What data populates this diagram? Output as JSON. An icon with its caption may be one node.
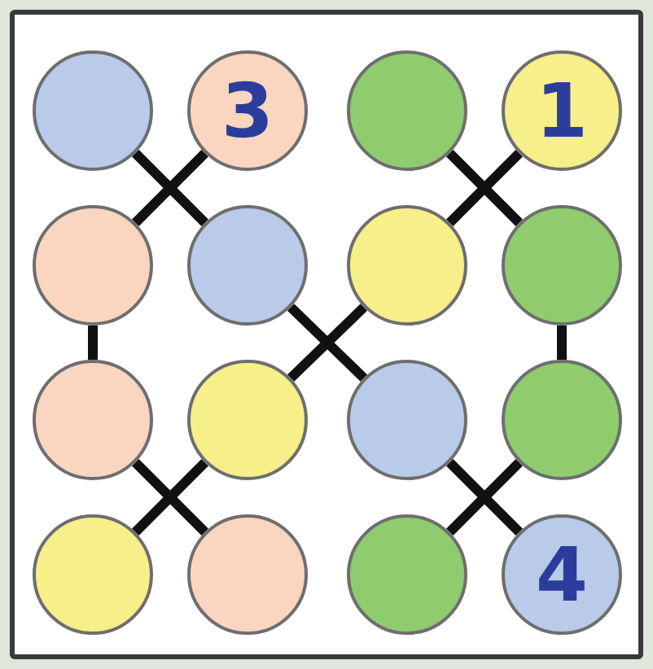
{
  "diagram": {
    "nodes": [
      {
        "text": [],
        "shape": "circle"
      },
      {
        "text": [
          "3"
        ]
      },
      {
        "text": [],
        "shape": "circle"
      },
      {
        "text": [
          "1"
        ]
      },
      {
        "text": [],
        "shape": "circle"
      },
      {
        "text": [],
        "shape": "circle"
      },
      {
        "text": [],
        "shape": "circle"
      },
      {
        "text": [],
        "shape": "circle"
      },
      {
        "text": [],
        "shape": "circle"
      },
      {
        "text": [],
        "shape": "circle"
      },
      {
        "text": [],
        "shape": "circle"
      },
      {
        "text": [],
        "shape": "circle"
      },
      {
        "text": [],
        "shape": "circle"
      },
      {
        "text": [],
        "shape": "circle"
      },
      {
        "text": [],
        "shape": "circle"
      },
      {
        "text": [
          "4"
        ]
      }
    ],
    "edges": [
      {
        "from": 0,
        "to": 5,
        "arrow": "none"
      },
      {
        "from": 1,
        "to": 4,
        "arrow": "none"
      },
      {
        "from": 2,
        "to": 7,
        "arrow": "none"
      },
      {
        "from": 3,
        "to": 6,
        "arrow": "none"
      },
      {
        "from": 4,
        "to": 8,
        "arrow": "none"
      },
      {
        "from": 7,
        "to": 11,
        "arrow": "none"
      },
      {
        "from": 5,
        "to": 10,
        "arrow": "none"
      },
      {
        "from": 6,
        "to": 9,
        "arrow": "none"
      },
      {
        "from": 8,
        "to": 13,
        "arrow": "none"
      },
      {
        "from": 9,
        "to": 12,
        "arrow": "none"
      },
      {
        "from": 10,
        "to": 15,
        "arrow": "none"
      },
      {
        "from": 11,
        "to": 14,
        "arrow": "none"
      }
    ]
  }
}
